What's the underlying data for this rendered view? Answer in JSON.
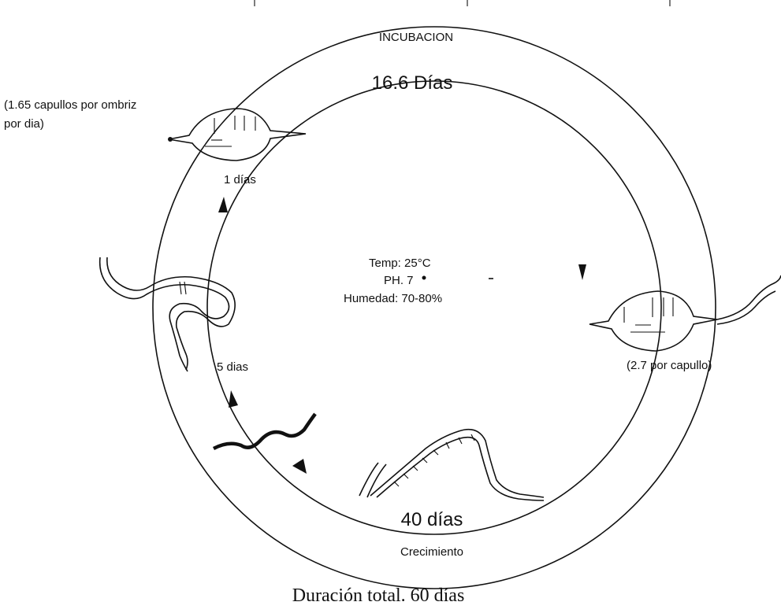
{
  "cycle": {
    "outer_top_label": "INCUBACION",
    "incubation_days": "16.6 Días",
    "cocoon_rate": "(1.65 capullos por ombriz por dia)",
    "cocoon_rate_line1": "(1.65 capullos por ombriz",
    "cocoon_rate_line2": "por dia)",
    "hatch_days": "1 días",
    "young_days": "5 dias",
    "per_cocoon": "(2.7 por capullo)",
    "growth_days": "40 días",
    "outer_bottom_label": "Crecimiento"
  },
  "conditions": {
    "temp": "Temp: 25°C",
    "ph": "PH. 7",
    "humidity": "Humedad: 70-80%"
  },
  "footer": {
    "total_duration": "Duración total. 60 días"
  }
}
